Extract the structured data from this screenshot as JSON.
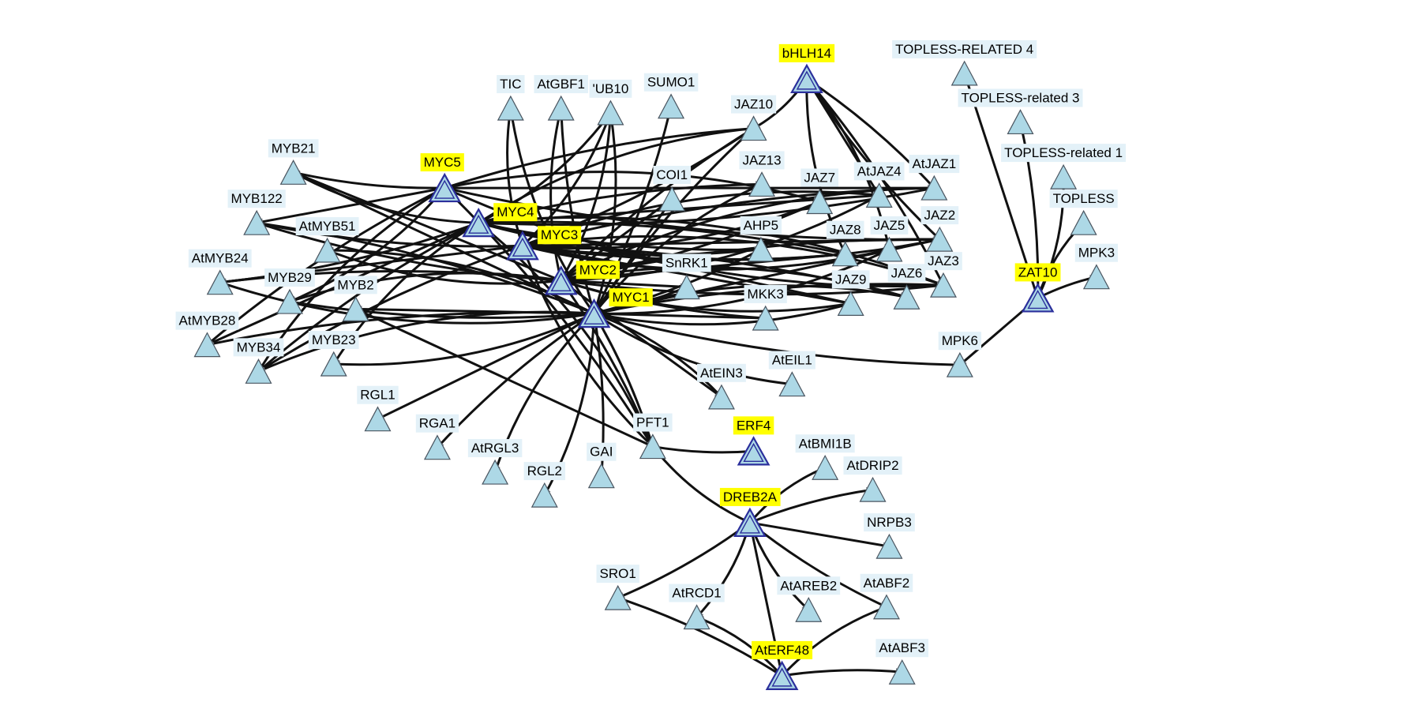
{
  "colors": {
    "node_fill": "#add8e6",
    "hub_label_bg": "#ffff00",
    "label_bg": "#e3f1f8",
    "edge": "#111111",
    "hub_border": "#2b2f9c"
  },
  "nodes": [
    {
      "id": "bHLH14",
      "label": "bHLH14",
      "hub": true
    },
    {
      "id": "MYC5",
      "label": "MYC5",
      "hub": true
    },
    {
      "id": "MYC4",
      "label": "MYC4",
      "hub": true
    },
    {
      "id": "MYC3",
      "label": "MYC3",
      "hub": true
    },
    {
      "id": "MYC2",
      "label": "MYC2",
      "hub": true
    },
    {
      "id": "MYC1",
      "label": "MYC1",
      "hub": true
    },
    {
      "id": "ZAT10",
      "label": "ZAT10",
      "hub": true
    },
    {
      "id": "ERF4",
      "label": "ERF4",
      "hub": true
    },
    {
      "id": "DREB2A",
      "label": "DREB2A",
      "hub": true
    },
    {
      "id": "AtERF48",
      "label": "AtERF48",
      "hub": true
    },
    {
      "id": "TIC",
      "label": "TIC",
      "hub": false
    },
    {
      "id": "AtGBF1",
      "label": "AtGBF1",
      "hub": false
    },
    {
      "id": "UB10",
      "label": "'UB10",
      "hub": false
    },
    {
      "id": "SUMO1",
      "label": "SUMO1",
      "hub": false
    },
    {
      "id": "JAZ10",
      "label": "JAZ10",
      "hub": false
    },
    {
      "id": "TPR4",
      "label": "TOPLESS-RELATED 4",
      "hub": false
    },
    {
      "id": "TPR3",
      "label": "TOPLESS-related 3",
      "hub": false
    },
    {
      "id": "TPR1",
      "label": "TOPLESS-related 1",
      "hub": false
    },
    {
      "id": "TOPLESS",
      "label": "TOPLESS",
      "hub": false
    },
    {
      "id": "MPK3",
      "label": "MPK3",
      "hub": false
    },
    {
      "id": "MPK6",
      "label": "MPK6",
      "hub": false
    },
    {
      "id": "MYB21",
      "label": "MYB21",
      "hub": false
    },
    {
      "id": "MYB122",
      "label": "MYB122",
      "hub": false
    },
    {
      "id": "AtMYB51",
      "label": "AtMYB51",
      "hub": false
    },
    {
      "id": "AtMYB24",
      "label": "AtMYB24",
      "hub": false
    },
    {
      "id": "MYB29",
      "label": "MYB29",
      "hub": false
    },
    {
      "id": "MYB2",
      "label": "MYB2",
      "hub": false
    },
    {
      "id": "AtMYB28",
      "label": "AtMYB28",
      "hub": false
    },
    {
      "id": "MYB34",
      "label": "MYB34",
      "hub": false
    },
    {
      "id": "MYB23",
      "label": "MYB23",
      "hub": false
    },
    {
      "id": "COI1",
      "label": "COI1",
      "hub": false
    },
    {
      "id": "JAZ13",
      "label": "JAZ13",
      "hub": false
    },
    {
      "id": "JAZ7",
      "label": "JAZ7",
      "hub": false
    },
    {
      "id": "AtJAZ4",
      "label": "AtJAZ4",
      "hub": false
    },
    {
      "id": "AtJAZ1",
      "label": "AtJAZ1",
      "hub": false
    },
    {
      "id": "JAZ2",
      "label": "JAZ2",
      "hub": false
    },
    {
      "id": "AHP5",
      "label": "AHP5",
      "hub": false
    },
    {
      "id": "JAZ8",
      "label": "JAZ8",
      "hub": false
    },
    {
      "id": "JAZ5",
      "label": "JAZ5",
      "hub": false
    },
    {
      "id": "JAZ3",
      "label": "JAZ3",
      "hub": false
    },
    {
      "id": "SnRK1",
      "label": "SnRK1",
      "hub": false
    },
    {
      "id": "JAZ9",
      "label": "JAZ9",
      "hub": false
    },
    {
      "id": "JAZ6",
      "label": "JAZ6",
      "hub": false
    },
    {
      "id": "MKK3",
      "label": "MKK3",
      "hub": false
    },
    {
      "id": "AtEIN3",
      "label": "AtEIN3",
      "hub": false
    },
    {
      "id": "AtEIL1",
      "label": "AtEIL1",
      "hub": false
    },
    {
      "id": "RGL1",
      "label": "RGL1",
      "hub": false
    },
    {
      "id": "RGA1",
      "label": "RGA1",
      "hub": false
    },
    {
      "id": "AtRGL3",
      "label": "AtRGL3",
      "hub": false
    },
    {
      "id": "RGL2",
      "label": "RGL2",
      "hub": false
    },
    {
      "id": "GAI",
      "label": "GAI",
      "hub": false
    },
    {
      "id": "PFT1",
      "label": "PFT1",
      "hub": false
    },
    {
      "id": "AtBMI1B",
      "label": "AtBMI1B",
      "hub": false
    },
    {
      "id": "AtDRIP2",
      "label": "AtDRIP2",
      "hub": false
    },
    {
      "id": "NRPB3",
      "label": "NRPB3",
      "hub": false
    },
    {
      "id": "SRO1",
      "label": "SRO1",
      "hub": false
    },
    {
      "id": "AtRCD1",
      "label": "AtRCD1",
      "hub": false
    },
    {
      "id": "AtAREB2",
      "label": "AtAREB2",
      "hub": false
    },
    {
      "id": "AtABF2",
      "label": "AtABF2",
      "hub": false
    },
    {
      "id": "AtABF3",
      "label": "AtABF3",
      "hub": false
    }
  ],
  "edges": [
    [
      "bHLH14",
      "JAZ10"
    ],
    [
      "bHLH14",
      "AtJAZ1"
    ],
    [
      "bHLH14",
      "AtJAZ4"
    ],
    [
      "bHLH14",
      "JAZ2"
    ],
    [
      "bHLH14",
      "JAZ8"
    ],
    [
      "bHLH14",
      "JAZ5"
    ],
    [
      "bHLH14",
      "JAZ3"
    ],
    [
      "ZAT10",
      "TPR4"
    ],
    [
      "ZAT10",
      "TPR3"
    ],
    [
      "ZAT10",
      "TPR1"
    ],
    [
      "ZAT10",
      "TOPLESS"
    ],
    [
      "ZAT10",
      "MPK3"
    ],
    [
      "ZAT10",
      "MPK6"
    ],
    [
      "MYC1",
      "MPK6"
    ],
    [
      "MYC1",
      "AtEIL1"
    ],
    [
      "MYC1",
      "AtEIN3"
    ],
    [
      "MYC1",
      "PFT1"
    ],
    [
      "MYC1",
      "MKK3"
    ],
    [
      "MYC1",
      "SnRK1"
    ],
    [
      "MYC1",
      "JAZ9"
    ],
    [
      "MYC1",
      "JAZ6"
    ],
    [
      "MYC1",
      "JAZ3"
    ],
    [
      "MYC1",
      "JAZ2"
    ],
    [
      "MYC1",
      "AHP5"
    ],
    [
      "MYC1",
      "JAZ5"
    ],
    [
      "MYC1",
      "JAZ13"
    ],
    [
      "MYC1",
      "JAZ10"
    ],
    [
      "MYC1",
      "COI1"
    ],
    [
      "MYC1",
      "SUMO1"
    ],
    [
      "MYC1",
      "UB10"
    ],
    [
      "MYC1",
      "TIC"
    ],
    [
      "MYC1",
      "AtGBF1"
    ],
    [
      "MYC1",
      "RGL1"
    ],
    [
      "MYC1",
      "RGA1"
    ],
    [
      "MYC1",
      "AtRGL3"
    ],
    [
      "MYC1",
      "RGL2"
    ],
    [
      "MYC1",
      "GAI"
    ],
    [
      "MYC1",
      "MYB21"
    ],
    [
      "MYC1",
      "MYB122"
    ],
    [
      "MYC1",
      "AtMYB51"
    ],
    [
      "MYC1",
      "AtMYB24"
    ],
    [
      "MYC1",
      "MYB29"
    ],
    [
      "MYC1",
      "MYB2"
    ],
    [
      "MYC1",
      "AtMYB28"
    ],
    [
      "MYC1",
      "MYB34"
    ],
    [
      "MYC1",
      "MYB23"
    ],
    [
      "MYC2",
      "JAZ10"
    ],
    [
      "MYC2",
      "COI1"
    ],
    [
      "MYC2",
      "JAZ7"
    ],
    [
      "MYC2",
      "AtJAZ4"
    ],
    [
      "MYC2",
      "AtJAZ1"
    ],
    [
      "MYC2",
      "JAZ2"
    ],
    [
      "MYC2",
      "JAZ8"
    ],
    [
      "MYC2",
      "JAZ3"
    ],
    [
      "MYC2",
      "JAZ9"
    ],
    [
      "MYC2",
      "JAZ6"
    ],
    [
      "MYC2",
      "AHP5"
    ],
    [
      "MYC2",
      "SnRK1"
    ],
    [
      "MYC2",
      "MKK3"
    ],
    [
      "MYC2",
      "UB10"
    ],
    [
      "MYC2",
      "AtGBF1"
    ],
    [
      "MYC2",
      "PFT1"
    ],
    [
      "MYC2",
      "AtEIN3"
    ],
    [
      "MYC2",
      "AtMYB24"
    ],
    [
      "MYC2",
      "MYB29"
    ],
    [
      "MYC2",
      "AtMYB51"
    ],
    [
      "MYC2",
      "MYB122"
    ],
    [
      "MYC2",
      "MYB21"
    ],
    [
      "MYC3",
      "JAZ10"
    ],
    [
      "MYC3",
      "JAZ7"
    ],
    [
      "MYC3",
      "AtJAZ4"
    ],
    [
      "MYC3",
      "AtJAZ1"
    ],
    [
      "MYC3",
      "JAZ2"
    ],
    [
      "MYC3",
      "JAZ8"
    ],
    [
      "MYC3",
      "JAZ5"
    ],
    [
      "MYC3",
      "JAZ3"
    ],
    [
      "MYC3",
      "JAZ6"
    ],
    [
      "MYC3",
      "JAZ9"
    ],
    [
      "MYC3",
      "AHP5"
    ],
    [
      "MYC3",
      "UB10"
    ],
    [
      "MYC3",
      "TIC"
    ],
    [
      "MYC3",
      "MYB122"
    ],
    [
      "MYC3",
      "AtMYB24"
    ],
    [
      "MYC3",
      "MYB34"
    ],
    [
      "MYC3",
      "PFT1"
    ],
    [
      "MYC4",
      "JAZ10"
    ],
    [
      "MYC4",
      "JAZ13"
    ],
    [
      "MYC4",
      "AtJAZ4"
    ],
    [
      "MYC4",
      "AtJAZ1"
    ],
    [
      "MYC4",
      "JAZ2"
    ],
    [
      "MYC4",
      "JAZ3"
    ],
    [
      "MYC4",
      "JAZ8"
    ],
    [
      "MYC4",
      "JAZ9"
    ],
    [
      "MYC4",
      "AHP5"
    ],
    [
      "MYC4",
      "UB10"
    ],
    [
      "MYC4",
      "MYB21"
    ],
    [
      "MYC4",
      "AtMYB24"
    ],
    [
      "MYC4",
      "AtMYB28"
    ],
    [
      "MYC4",
      "MYB34"
    ],
    [
      "MYC4",
      "MYB23"
    ],
    [
      "MYC4",
      "PFT1"
    ],
    [
      "MYC5",
      "JAZ10"
    ],
    [
      "MYC5",
      "AtJAZ1"
    ],
    [
      "MYC5",
      "JAZ2"
    ],
    [
      "MYC5",
      "JAZ3"
    ],
    [
      "MYC5",
      "JAZ7"
    ],
    [
      "MYC5",
      "MYB21"
    ],
    [
      "MYC5",
      "MYB122"
    ],
    [
      "MYC5",
      "AtMYB28"
    ],
    [
      "MYC5",
      "MYB34"
    ],
    [
      "MYC5",
      "MYB29"
    ],
    [
      "MYC5",
      "PFT1"
    ],
    [
      "PFT1",
      "MYB2"
    ],
    [
      "PFT1",
      "ERF4"
    ],
    [
      "PFT1",
      "DREB2A"
    ],
    [
      "DREB2A",
      "AtBMI1B"
    ],
    [
      "DREB2A",
      "AtDRIP2"
    ],
    [
      "DREB2A",
      "NRPB3"
    ],
    [
      "DREB2A",
      "AtABF2"
    ],
    [
      "DREB2A",
      "AtAREB2"
    ],
    [
      "DREB2A",
      "AtRCD1"
    ],
    [
      "DREB2A",
      "SRO1"
    ],
    [
      "DREB2A",
      "AtERF48"
    ],
    [
      "AtERF48",
      "SRO1"
    ],
    [
      "AtERF48",
      "AtRCD1"
    ],
    [
      "AtERF48",
      "AtABF2"
    ],
    [
      "AtERF48",
      "AtABF3"
    ]
  ]
}
